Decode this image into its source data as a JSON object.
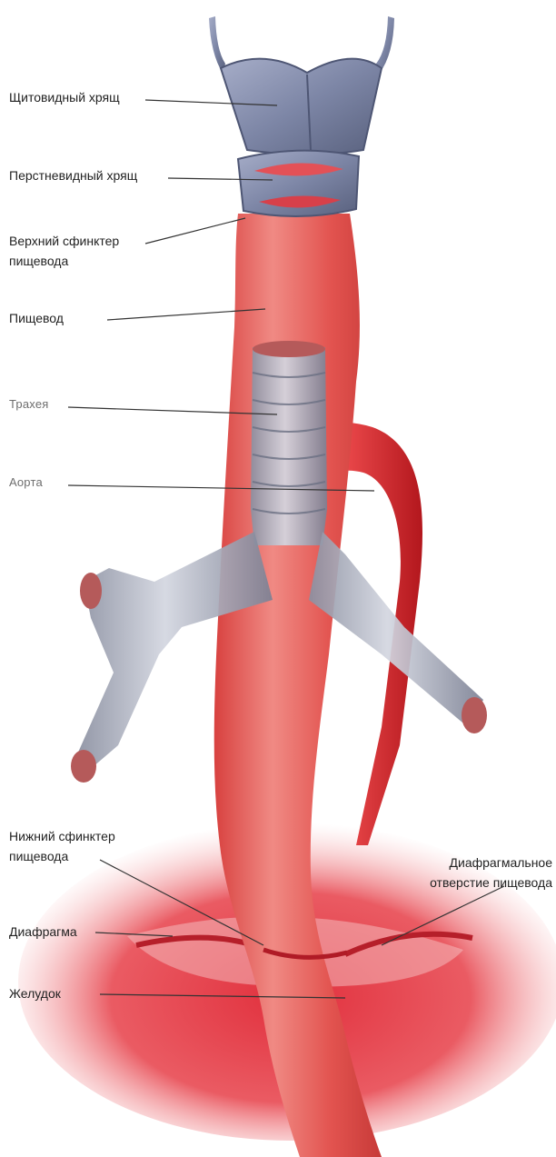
{
  "labels": {
    "thyroid": "Щитовидный хрящ",
    "cricoid": "Перстневидный хрящ",
    "upper_sphincter_1": "Верхний сфинктер",
    "upper_sphincter_2": "пищевода",
    "esophagus": "Пищевод",
    "trachea": "Трахея",
    "aorta": "Аорта",
    "lower_sphincter_1": "Нижний сфинктер",
    "lower_sphincter_2": "пищевода",
    "hiatus_1": "Диафрагмальное",
    "hiatus_2": "отверстие пищевода",
    "diaphragm": "Диафрагма",
    "stomach": "Желудок"
  },
  "colors": {
    "esophagus": "#e2534f",
    "esophagus_light": "#f2a7a3",
    "aorta": "#dd2b2f",
    "cartilage": "#8c94b3",
    "cartilage_dark": "#5d6582",
    "diaphragm": "#e84450",
    "leader": "#333333"
  }
}
